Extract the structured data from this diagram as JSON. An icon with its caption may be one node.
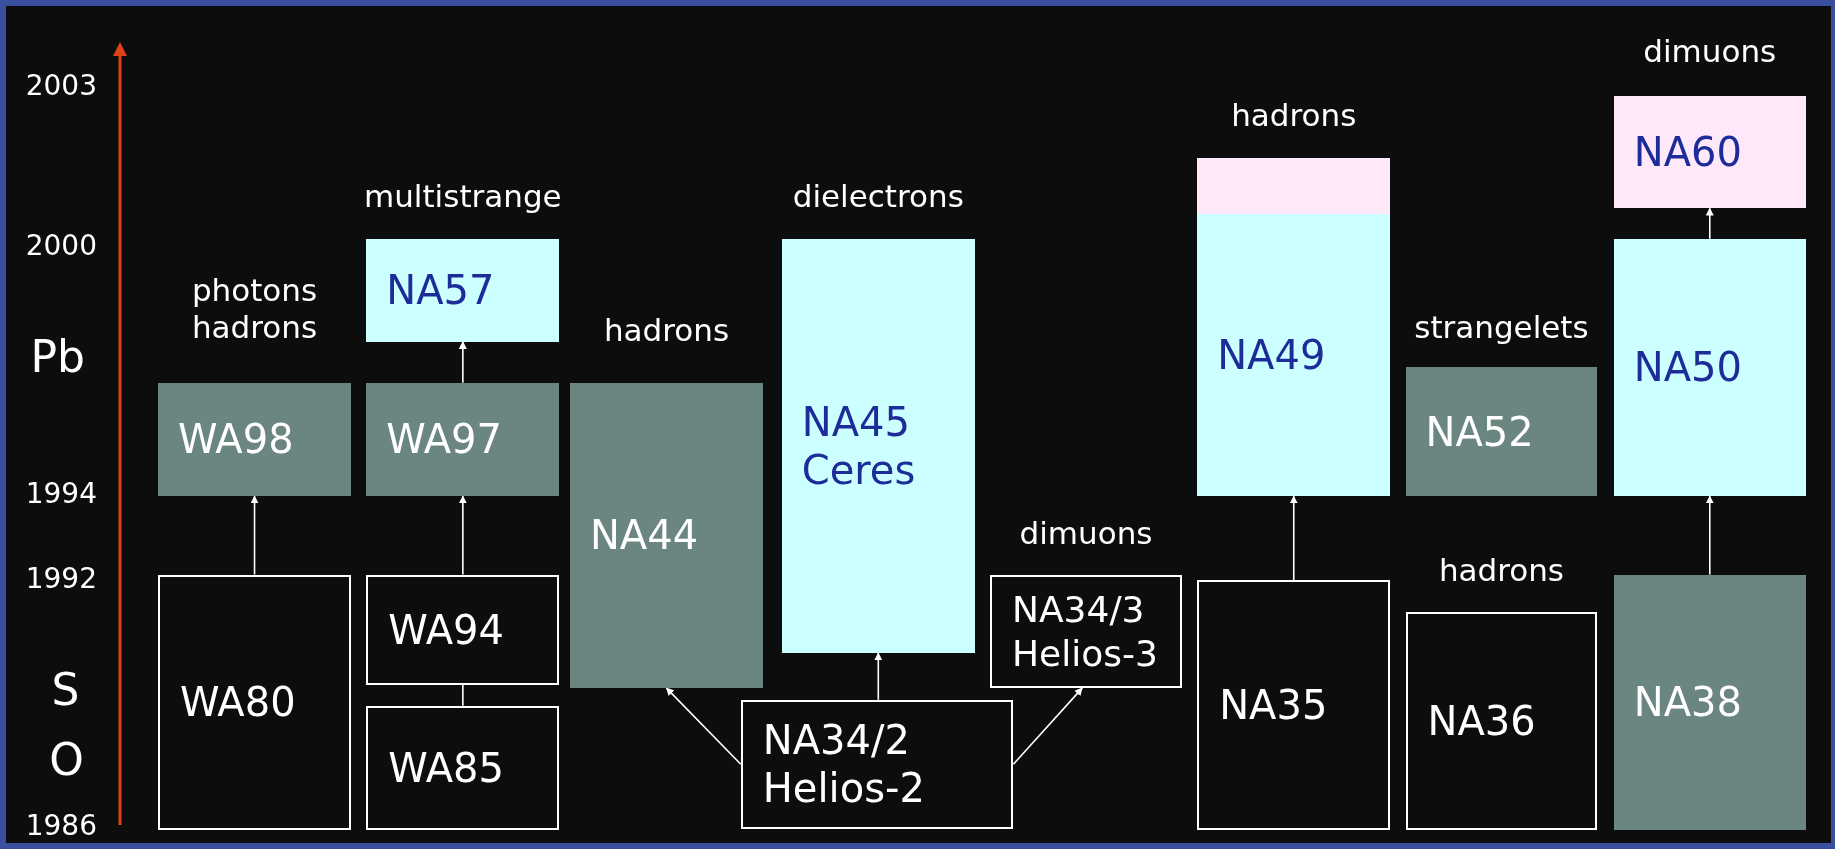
{
  "diagram": {
    "nodes": [
      {
        "text": [
          "photons hadrons",
          "WA98"
        ]
      },
      {
        "text": [
          "WA80"
        ]
      },
      {
        "text": [
          "multistrange",
          "NA57"
        ]
      },
      {
        "text": [
          "WA97"
        ]
      },
      {
        "text": [
          "WA94"
        ]
      },
      {
        "text": [
          "WA85"
        ]
      },
      {
        "text": [
          "hadrons",
          "NA44"
        ]
      },
      {
        "text": [
          "dielectrons",
          "NA45 Ceres"
        ]
      },
      {
        "text": [
          "NA34/2 Helios-2"
        ]
      },
      {
        "text": [
          "dimuons",
          "NA34/3 Helios-3"
        ]
      },
      {
        "text": [],
        "shape": "box"
      },
      {
        "text": [
          "hadrons",
          "NA49"
        ]
      },
      {
        "text": [
          "NA35"
        ]
      },
      {
        "text": [
          "strangelets",
          "NA52"
        ]
      },
      {
        "text": [
          "hadrons",
          "NA36"
        ]
      },
      {
        "text": [
          "dimuons",
          "NA60"
        ]
      },
      {
        "text": [
          "NA50"
        ]
      },
      {
        "text": [
          "NA38"
        ]
      }
    ],
    "edges": [
      {
        "from": 1,
        "to": 0,
        "arrow": "to"
      },
      {
        "from": 4,
        "to": 3,
        "arrow": "to"
      },
      {
        "from": 3,
        "to": 2,
        "arrow": "to"
      },
      {
        "from": 5,
        "to": 4,
        "arrow": "none"
      },
      {
        "from": 8,
        "to": 6,
        "arrow": "to"
      },
      {
        "from": 8,
        "to": 7,
        "arrow": "to"
      },
      {
        "from": 8,
        "to": 9,
        "arrow": "to"
      },
      {
        "from": 12,
        "to": 11,
        "arrow": "to"
      },
      {
        "from": 17,
        "to": 16,
        "arrow": "to"
      },
      {
        "from": 16,
        "to": 15,
        "arrow": "to"
      }
    ],
    "labels": [
      "2003",
      "2000",
      "Pb",
      "1994",
      "1992",
      "S",
      "O",
      "1986"
    ]
  }
}
